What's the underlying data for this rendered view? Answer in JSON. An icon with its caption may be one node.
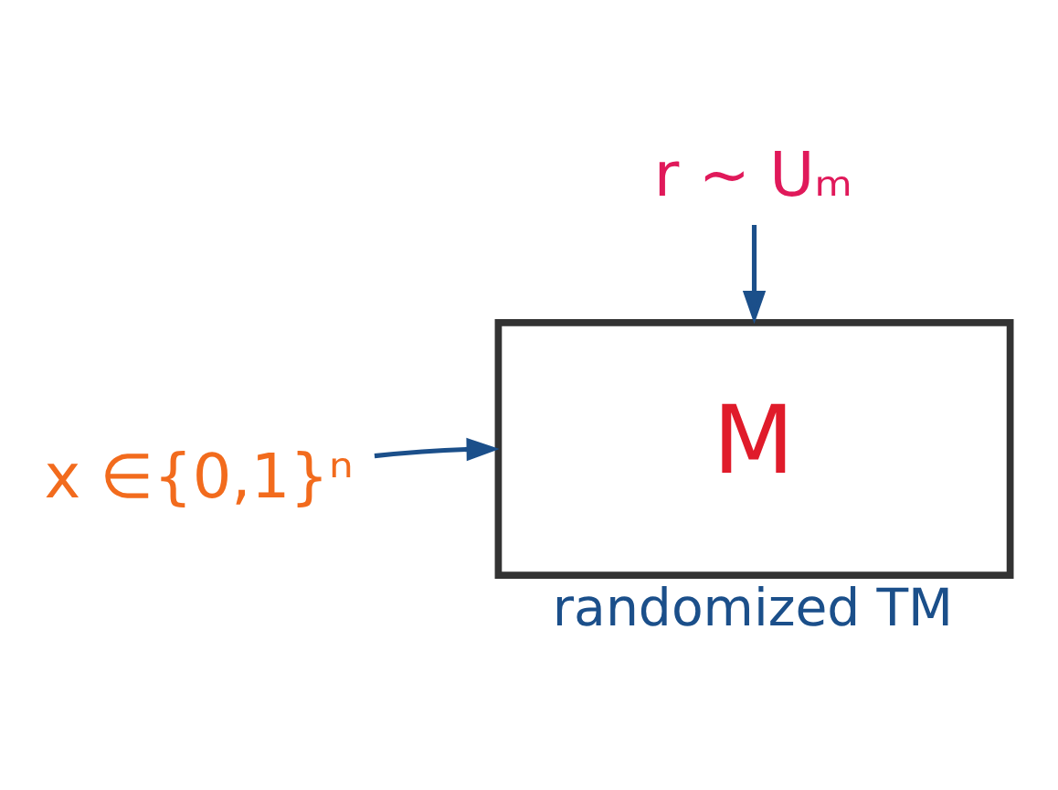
{
  "diagram": {
    "nodes": [
      {
        "text": [
          "x ∈{0,1}ⁿ"
        ]
      },
      {
        "text": [
          "r ~ Uₘ"
        ]
      },
      {
        "text": [
          "M"
        ],
        "beside": [
          "randomized TM"
        ]
      }
    ],
    "edges": [
      {
        "from": 0,
        "to": 2,
        "arrow": "to"
      },
      {
        "from": 1,
        "to": 2,
        "arrow": "to"
      }
    ]
  }
}
